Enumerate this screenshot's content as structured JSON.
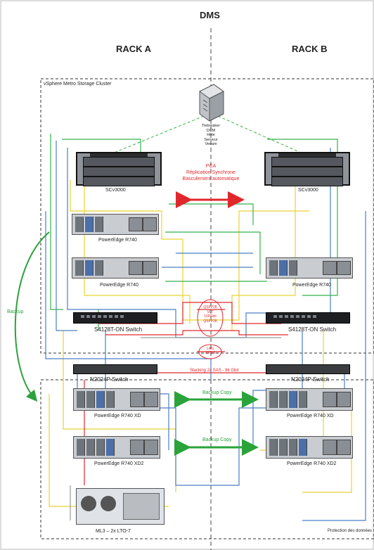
{
  "title": "DMS",
  "rack_a": "RACK A",
  "rack_b": "RACK B",
  "cluster_label": "vSphere Metro Storage Cluster",
  "protection_label": "Protection des données",
  "tiebreaker_lines": [
    "Tiebreaker",
    "DCM",
    "Hôte",
    "Serveur",
    "Veeam"
  ],
  "pca_lines": [
    "PCA",
    "Réplication Synchrone",
    "Basculement automatique"
  ],
  "storage_a": "SCv3000",
  "storage_b": "SCv3000",
  "server_a1": "PowerEdge R740",
  "server_a2": "PowerEdge R740",
  "server_b2": "PowerEdge R740",
  "switch_a": "S4128T-ON Switch",
  "switch_b": "S4128T-ON Switch",
  "qsfp_lines": [
    "QSFP28",
    "VLT",
    "100Gbit",
    "QSFP28"
  ],
  "lag_lines": [
    "LAG",
    "10Gbit"
  ],
  "stacking": "Stacking 2x SAS - 96 Gbit",
  "n2024_a": "N2024P Switch",
  "n2024_b": "N2024P Switch",
  "xd_a": "PowerEdge R740 XD",
  "xd_b": "PowerEdge R740 XD",
  "xd2_a": "PowerEdge R740 XD2",
  "xd2_b": "PowerEdge R740 XD2",
  "backup_copy_1": "Backup Copy",
  "backup_copy_2": "Backup Copy",
  "backup": "Backup",
  "tape": "ML3 – 2x LTO-7",
  "colors": {
    "green": "#2aa33a",
    "red": "#e0282c",
    "blue": "#4a7fc4",
    "yellow": "#e8d230",
    "green_cable": "#35b14a",
    "dashed": "#555555"
  }
}
